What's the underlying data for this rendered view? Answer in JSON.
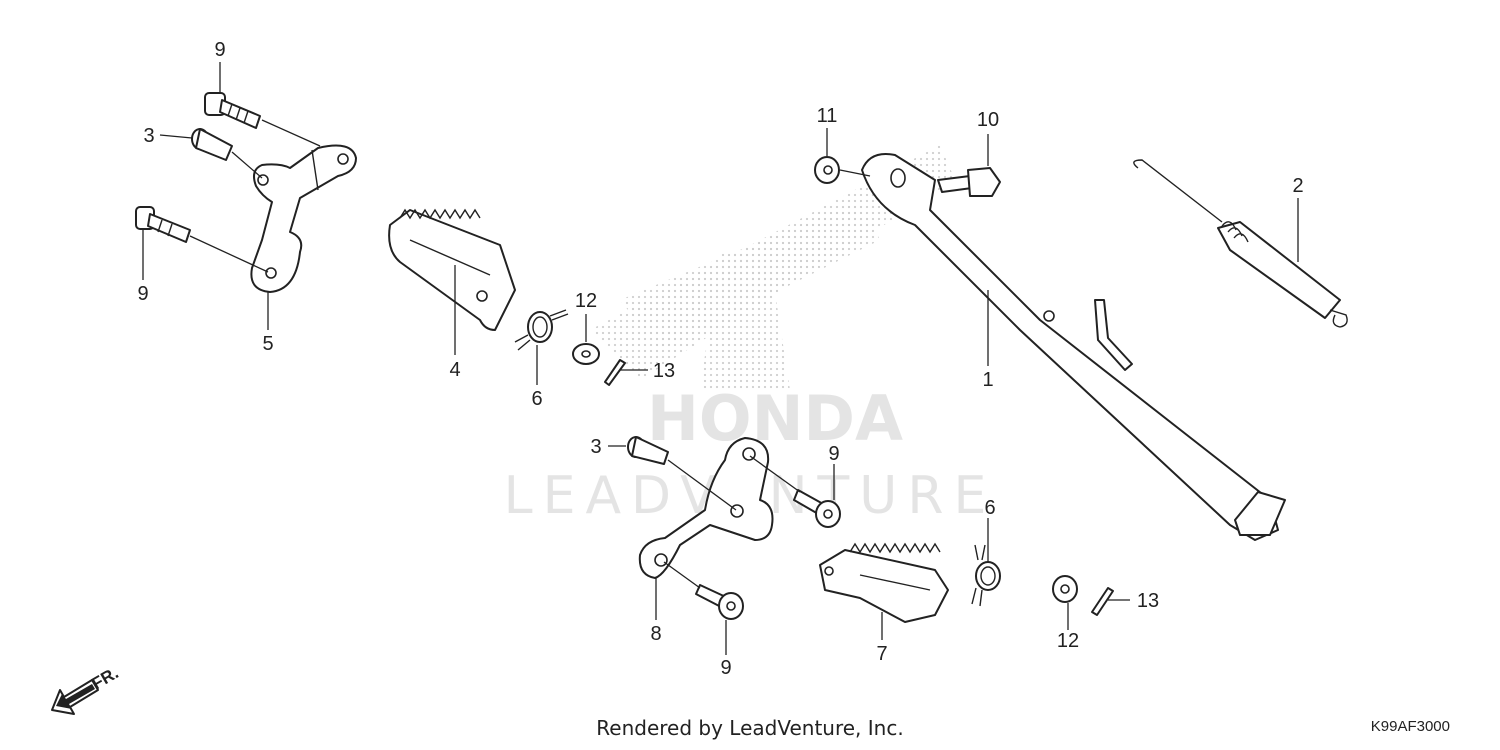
{
  "watermark": {
    "brand": "HONDA",
    "provider": "LEADVENTURE"
  },
  "callouts": {
    "c9a": "9",
    "c3a": "3",
    "c9b": "9",
    "c5": "5",
    "c4": "4",
    "c6a": "6",
    "c12a": "12",
    "c13a": "13",
    "c11": "11",
    "c10": "10",
    "c2": "2",
    "c1": "1",
    "c3b": "3",
    "c9c": "9",
    "c8": "8",
    "c9d": "9",
    "c7": "7",
    "c6b": "6",
    "c12b": "12",
    "c13b": "13"
  },
  "front_indicator": "FR.",
  "footer": "Rendered by LeadVenture, Inc.",
  "diagram_code": "K99AF3000"
}
